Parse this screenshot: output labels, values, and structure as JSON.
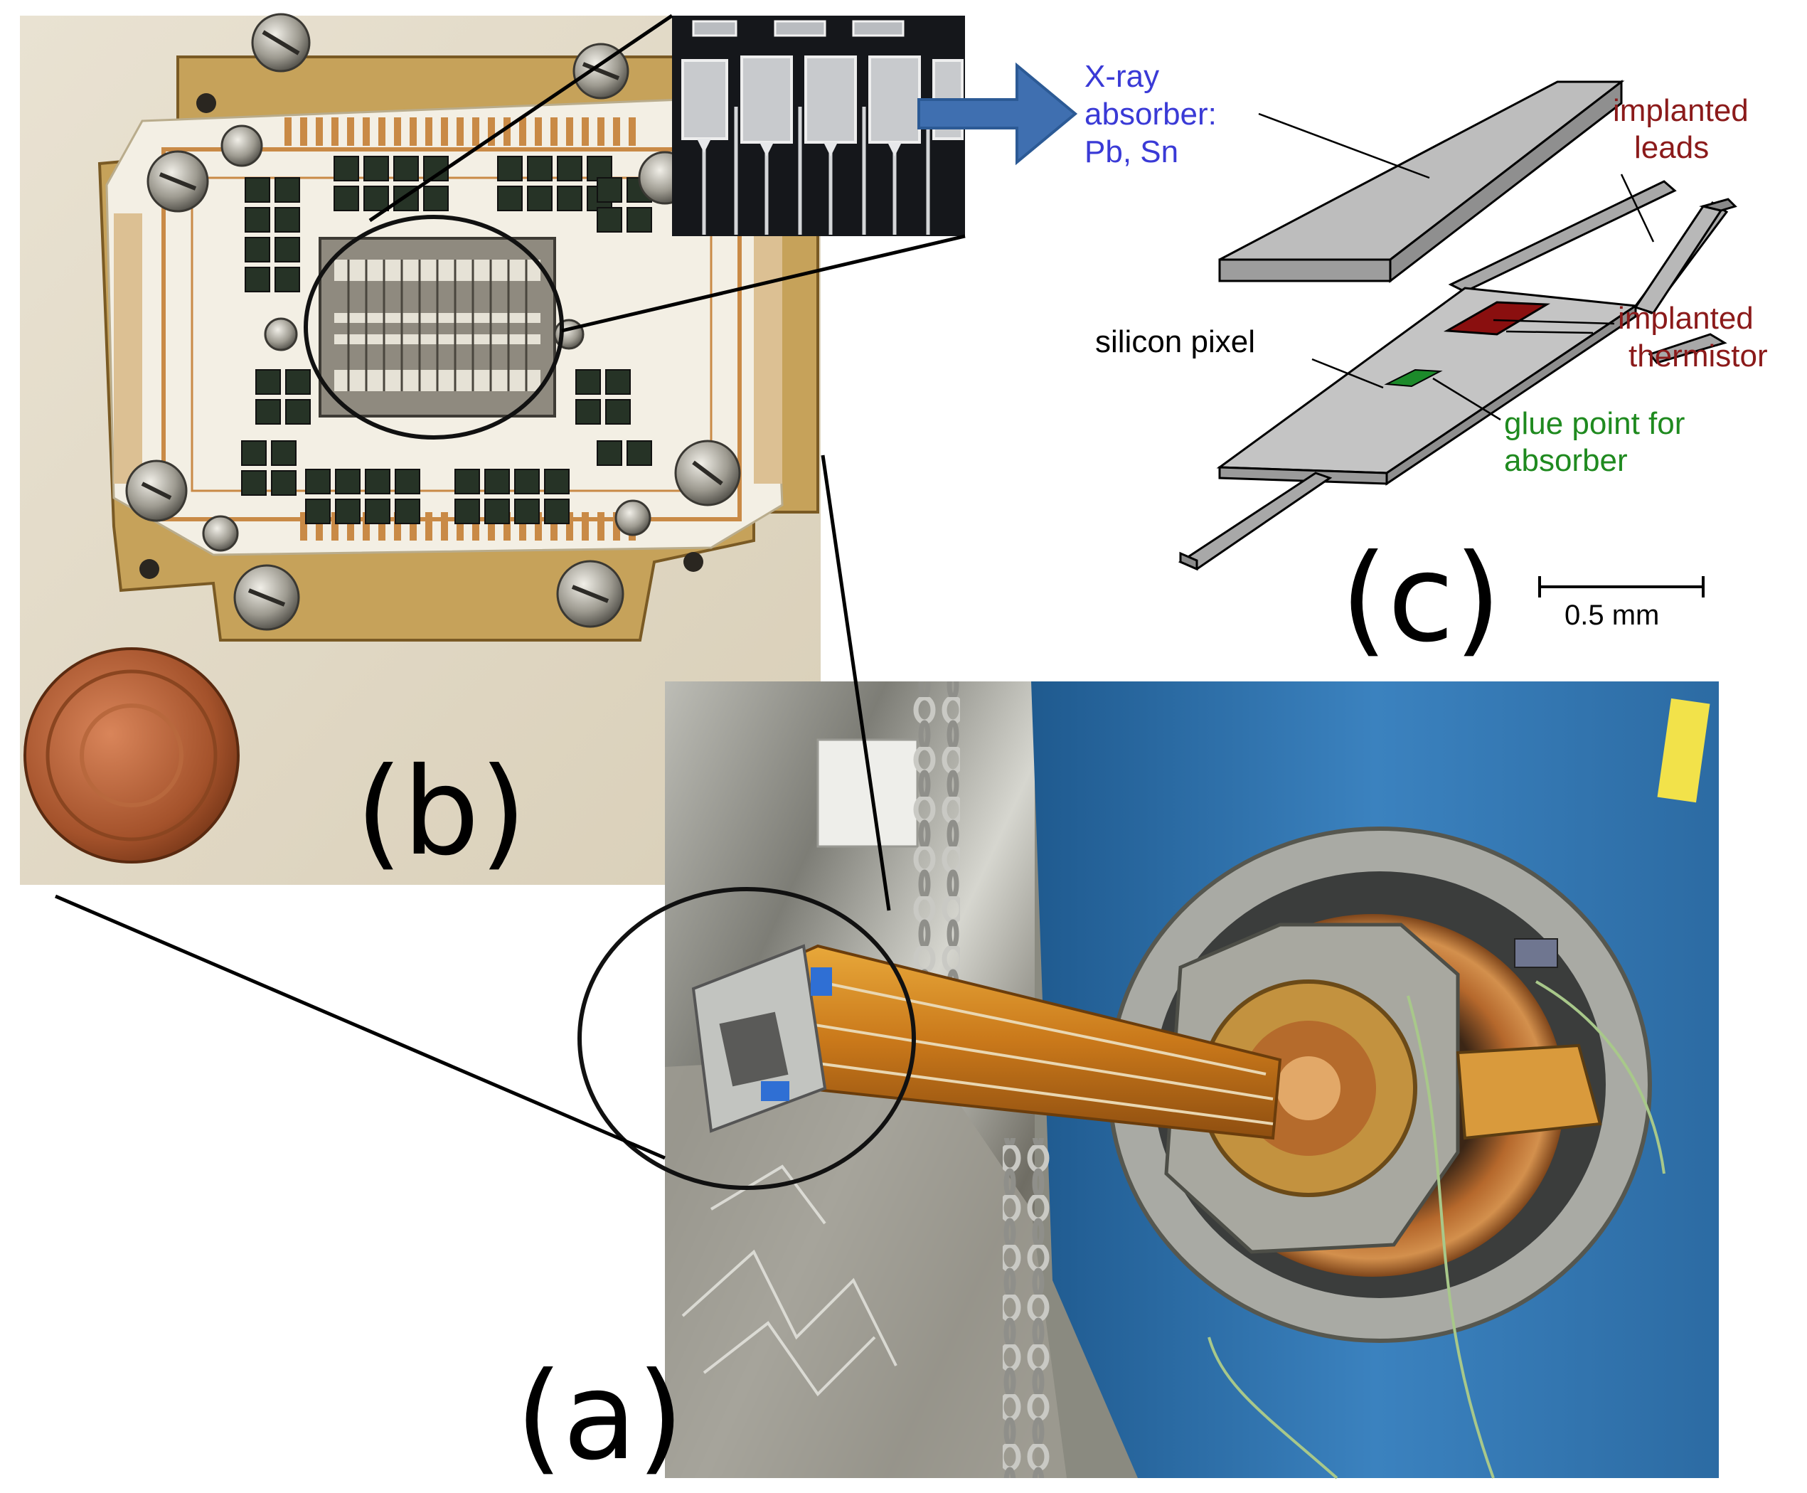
{
  "panels": {
    "a": {
      "label": "(a)"
    },
    "b": {
      "label": "(b)"
    },
    "c": {
      "label": "(c)"
    }
  },
  "diagram_c": {
    "absorber_label_1": "X-ray",
    "absorber_label_2": "absorber:",
    "absorber_label_3": "Pb, Sn",
    "leads_label_1": "implanted",
    "leads_label_2": "leads",
    "thermistor_label_1": "implanted",
    "thermistor_label_2": "thermistor",
    "pixel_label": "silicon pixel",
    "glue_label_1": "glue point for",
    "glue_label_2": "absorber",
    "scale_label": "0.5 mm"
  },
  "colors": {
    "absorber_text": "#3a3ad6",
    "leads_text": "#8b1a1a",
    "glue_text": "#1f8a1f",
    "arrow_fill": "#3f6fb0",
    "slab_grey": "#c4c4c4",
    "thermistor": "#8a0f0f",
    "glue_point": "#1c8a2a",
    "cryostat_blue": "#2e6fa8",
    "copper": "#b5672a",
    "kapton": "#d48a1e"
  },
  "icons": {
    "zoom_circle_b": "ellipse-outline",
    "zoom_circle_a": "ellipse-outline",
    "zoom_arrow": "block-arrow-right"
  }
}
